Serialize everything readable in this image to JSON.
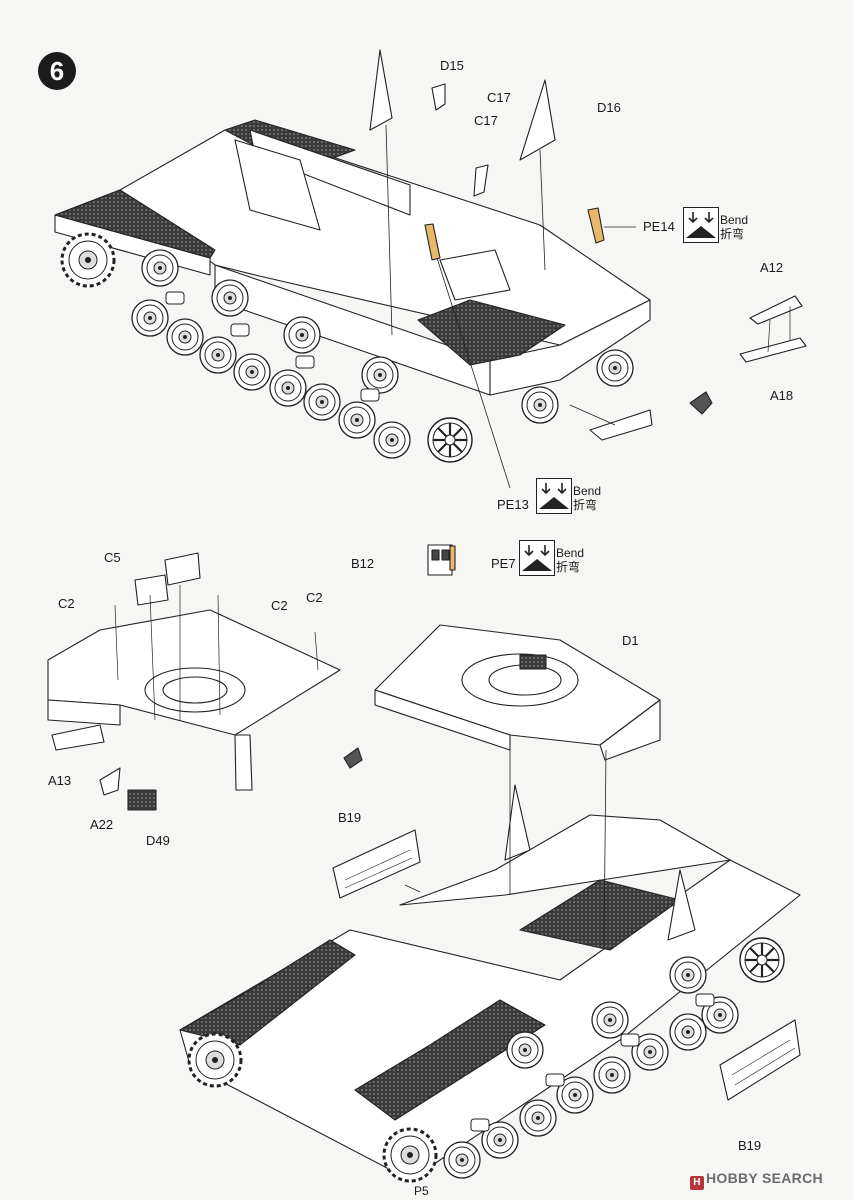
{
  "step": {
    "number": "6"
  },
  "top_assembly": {
    "labels": {
      "d15": "D15",
      "c17a": "C17",
      "c17b": "C17",
      "d16": "D16",
      "pe14": "PE14",
      "a12": "A12",
      "a18": "A18",
      "pe13": "PE13"
    }
  },
  "bottom_assembly": {
    "labels": {
      "c5": "C5",
      "c2a": "C2",
      "c2b": "C2",
      "c2c": "C2",
      "a13": "A13",
      "a22": "A22",
      "d49": "D49",
      "b12": "B12",
      "pe7": "PE7",
      "d1": "D1",
      "b19a": "B19",
      "b19b": "B19"
    }
  },
  "bend_note": {
    "en": "Bend",
    "cn": "折弯"
  },
  "page": {
    "number": "P5"
  },
  "watermark": {
    "brand": "HOBBY SEARCH",
    "mark": "H"
  },
  "colors": {
    "line": "#222222",
    "mesh": "#2c2c2c",
    "paper": "#f6f6f4",
    "pe_part": "#e8b76a"
  }
}
